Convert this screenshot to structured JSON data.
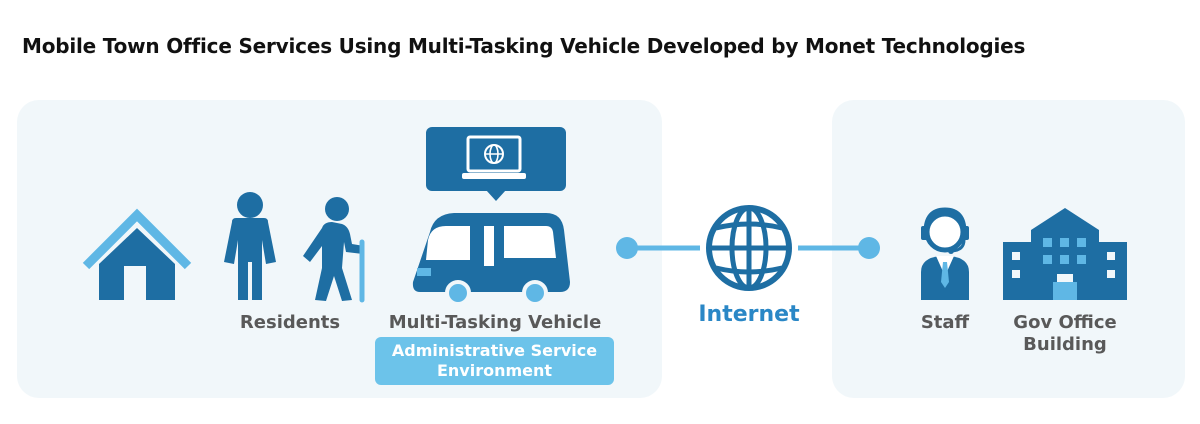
{
  "title": "Mobile Town Office Services Using  Multi-Tasking Vehicle Developed by Monet Technologies",
  "colors": {
    "panel_bg": "#f1f7fa",
    "icon_dark": "#1e6ea3",
    "icon_light": "#5fb7e5",
    "accent_box": "#6cc3ea",
    "label_text": "#595959",
    "internet_text": "#2a87c6"
  },
  "left_panel": {
    "residents_label": "Residents",
    "vehicle_label": "Multi-Tasking Vehicle",
    "admin_box": {
      "line1": "Administrative Service",
      "line2": "Environment"
    },
    "icons": [
      "house-icon",
      "person-icon",
      "elderly-person-icon",
      "bus-icon",
      "laptop-speech-bubble-icon"
    ]
  },
  "connection": {
    "label": "Internet",
    "icons": [
      "globe-icon"
    ]
  },
  "right_panel": {
    "staff_label": "Staff",
    "building_label_line1": "Gov Office",
    "building_label_line2": "Building",
    "icons": [
      "staff-headset-icon",
      "office-building-icon"
    ]
  }
}
